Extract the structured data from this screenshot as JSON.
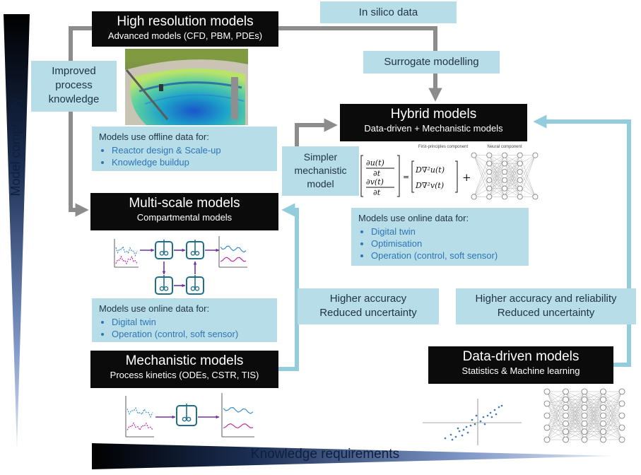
{
  "axes": {
    "vertical_label": "Model complexity",
    "horizontal_label": "Knowledge requirements"
  },
  "high_resolution": {
    "title": "High resolution models",
    "subtitle": "Advanced models (CFD, PBM, PDEs)",
    "info_heading": "Models use offline data for:",
    "info_items": [
      "Reactor design & Scale-up",
      "Knowledge buildup"
    ]
  },
  "multi_scale": {
    "title": "Multi-scale models",
    "subtitle": "Compartmental models",
    "info_heading": "Models use online data for:",
    "info_items": [
      "Digital twin",
      "Operation (control, soft sensor)"
    ]
  },
  "mechanistic": {
    "title": "Mechanistic models",
    "subtitle": "Process kinetics (ODEs, CSTR, TIS)"
  },
  "hybrid": {
    "title": "Hybrid models",
    "subtitle": "Data-driven + Mechanistic models",
    "component_first": "First-principles component",
    "component_neural": "Neural component",
    "info_heading": "Models use online data for:",
    "info_items": [
      "Digital twin",
      "Optimisation",
      "Operation (control, soft sensor)"
    ]
  },
  "data_driven": {
    "title": "Data-driven models",
    "subtitle": "Statistics & Machine learning"
  },
  "labels": {
    "in_silico": "In silico data",
    "surrogate": "Surrogate modelling",
    "improved": [
      "Improved",
      "process",
      "knowledge"
    ],
    "simpler": [
      "Simpler",
      "mechanistic",
      "model"
    ],
    "higher_accuracy": [
      "Higher accuracy",
      "Reduced uncertainty"
    ],
    "higher_reliability": [
      "Higher accuracy and reliability",
      "Reduced uncertainty"
    ]
  },
  "colors": {
    "black_box": "#0b0b0b",
    "light_blue": "#b7dde8",
    "blue_arrow": "#93cddd",
    "grey_arrow": "#8c8c8c",
    "bullet_text": "#2e75b6",
    "navy": "#0d1f3c"
  }
}
